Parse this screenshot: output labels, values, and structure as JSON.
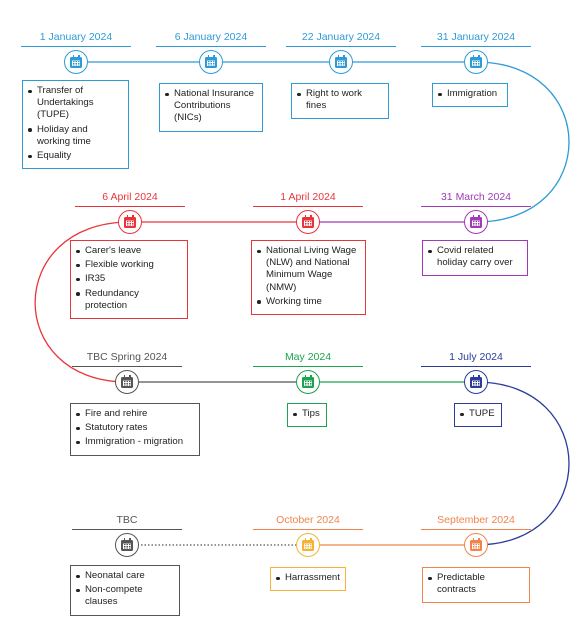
{
  "colors": {
    "blue_light": "#2E9BD6",
    "red": "#E8353B",
    "purple": "#A03AB5",
    "grey": "#555555",
    "green": "#1BA34E",
    "navy": "#2B3C9B",
    "orange": "#F0844A",
    "yellow": "#F5B335"
  },
  "milestones": [
    {
      "id": "m1",
      "date": "1 January 2024",
      "icon": "calendar-icon",
      "items": [
        "Transfer of Undertakings (TUPE)",
        "Holiday and working time",
        "Equality"
      ]
    },
    {
      "id": "m2",
      "date": "6 January 2024",
      "icon": "calendar-icon",
      "items": [
        "National Insurance Contributions (NICs)"
      ]
    },
    {
      "id": "m3",
      "date": "22 January 2024",
      "icon": "calendar-icon",
      "items": [
        "Right to work fines"
      ]
    },
    {
      "id": "m4",
      "date": "31 January 2024",
      "icon": "calendar-icon",
      "items": [
        "Immigration"
      ]
    },
    {
      "id": "m5",
      "date": "6 April 2024",
      "icon": "calendar-icon",
      "items": [
        "Carer's leave",
        "Flexible working",
        "IR35",
        "Redundancy protection"
      ]
    },
    {
      "id": "m6",
      "date": "1 April 2024",
      "icon": "calendar-icon",
      "items": [
        "National Living Wage (NLW) and National Minimum Wage (NMW)",
        "Working time"
      ]
    },
    {
      "id": "m7",
      "date": "31 March 2024",
      "icon": "calendar-icon",
      "items": [
        "Covid related holiday carry over"
      ]
    },
    {
      "id": "m8",
      "date": "TBC Spring 2024",
      "icon": "calendar-icon",
      "items": [
        "Fire and rehire",
        "Statutory rates",
        "Immigration - migration"
      ]
    },
    {
      "id": "m9",
      "date": "May 2024",
      "icon": "calendar-icon",
      "items": [
        "Tips"
      ]
    },
    {
      "id": "m10",
      "date": "1 July 2024",
      "icon": "calendar-icon",
      "items": [
        "TUPE"
      ]
    },
    {
      "id": "m11",
      "date": "TBC",
      "icon": "calendar-icon",
      "items": [
        "Neonatal care",
        "Non-compete clauses"
      ]
    },
    {
      "id": "m12",
      "date": "October 2024",
      "icon": "calendar-icon",
      "items": [
        "Harrassment"
      ]
    },
    {
      "id": "m13",
      "date": "September 2024",
      "icon": "calendar-icon",
      "items": [
        "Predictable contracts"
      ]
    }
  ]
}
